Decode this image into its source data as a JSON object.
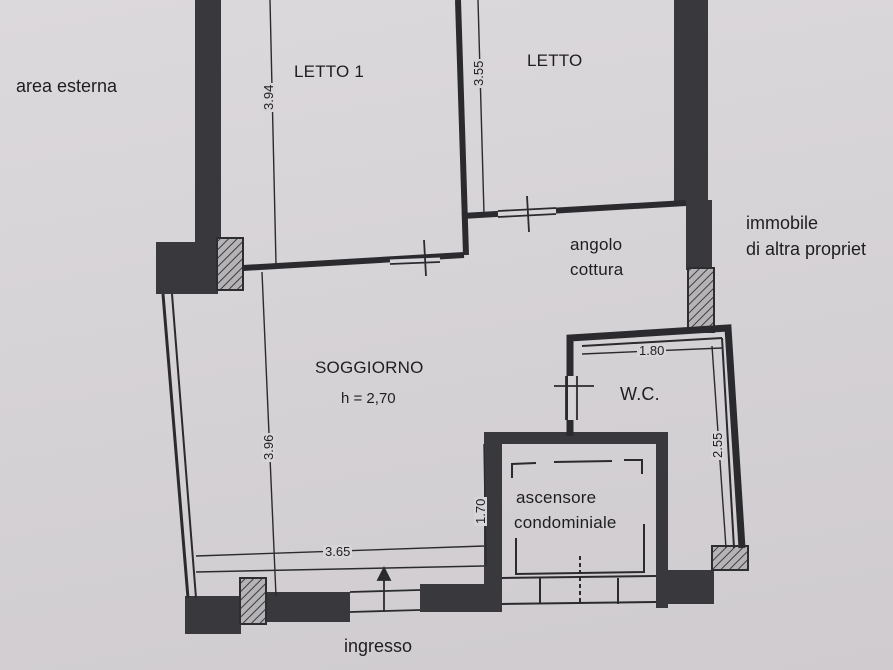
{
  "plan": {
    "outside_left": "area esterna",
    "outside_right_line1": "immobile",
    "outside_right_line2": "di altra propriet",
    "entrance": "ingresso",
    "rooms": {
      "bedroom1": "LETTO 1",
      "bedroom2": "LETTO",
      "kitchen_line1": "angolo",
      "kitchen_line2": "cottura",
      "living": "SOGGIORNO",
      "living_height": "h = 2,70",
      "bathroom": "W.C.",
      "elevator_line1": "ascensore",
      "elevator_line2": "condominiale"
    },
    "dimensions": {
      "bedroom1_depth": "3.94",
      "bedroom2_depth": "3.55",
      "living_depth": "3.96",
      "living_width": "3.65",
      "bath_width": "1.80",
      "bath_depth": "2.55",
      "entry_depth": "1.70"
    },
    "colors": {
      "wall": "#3a3a3e",
      "wall_hatch": "#8d8b8f",
      "line": "#2a2a2e",
      "paper": "#d8d5d8"
    }
  }
}
